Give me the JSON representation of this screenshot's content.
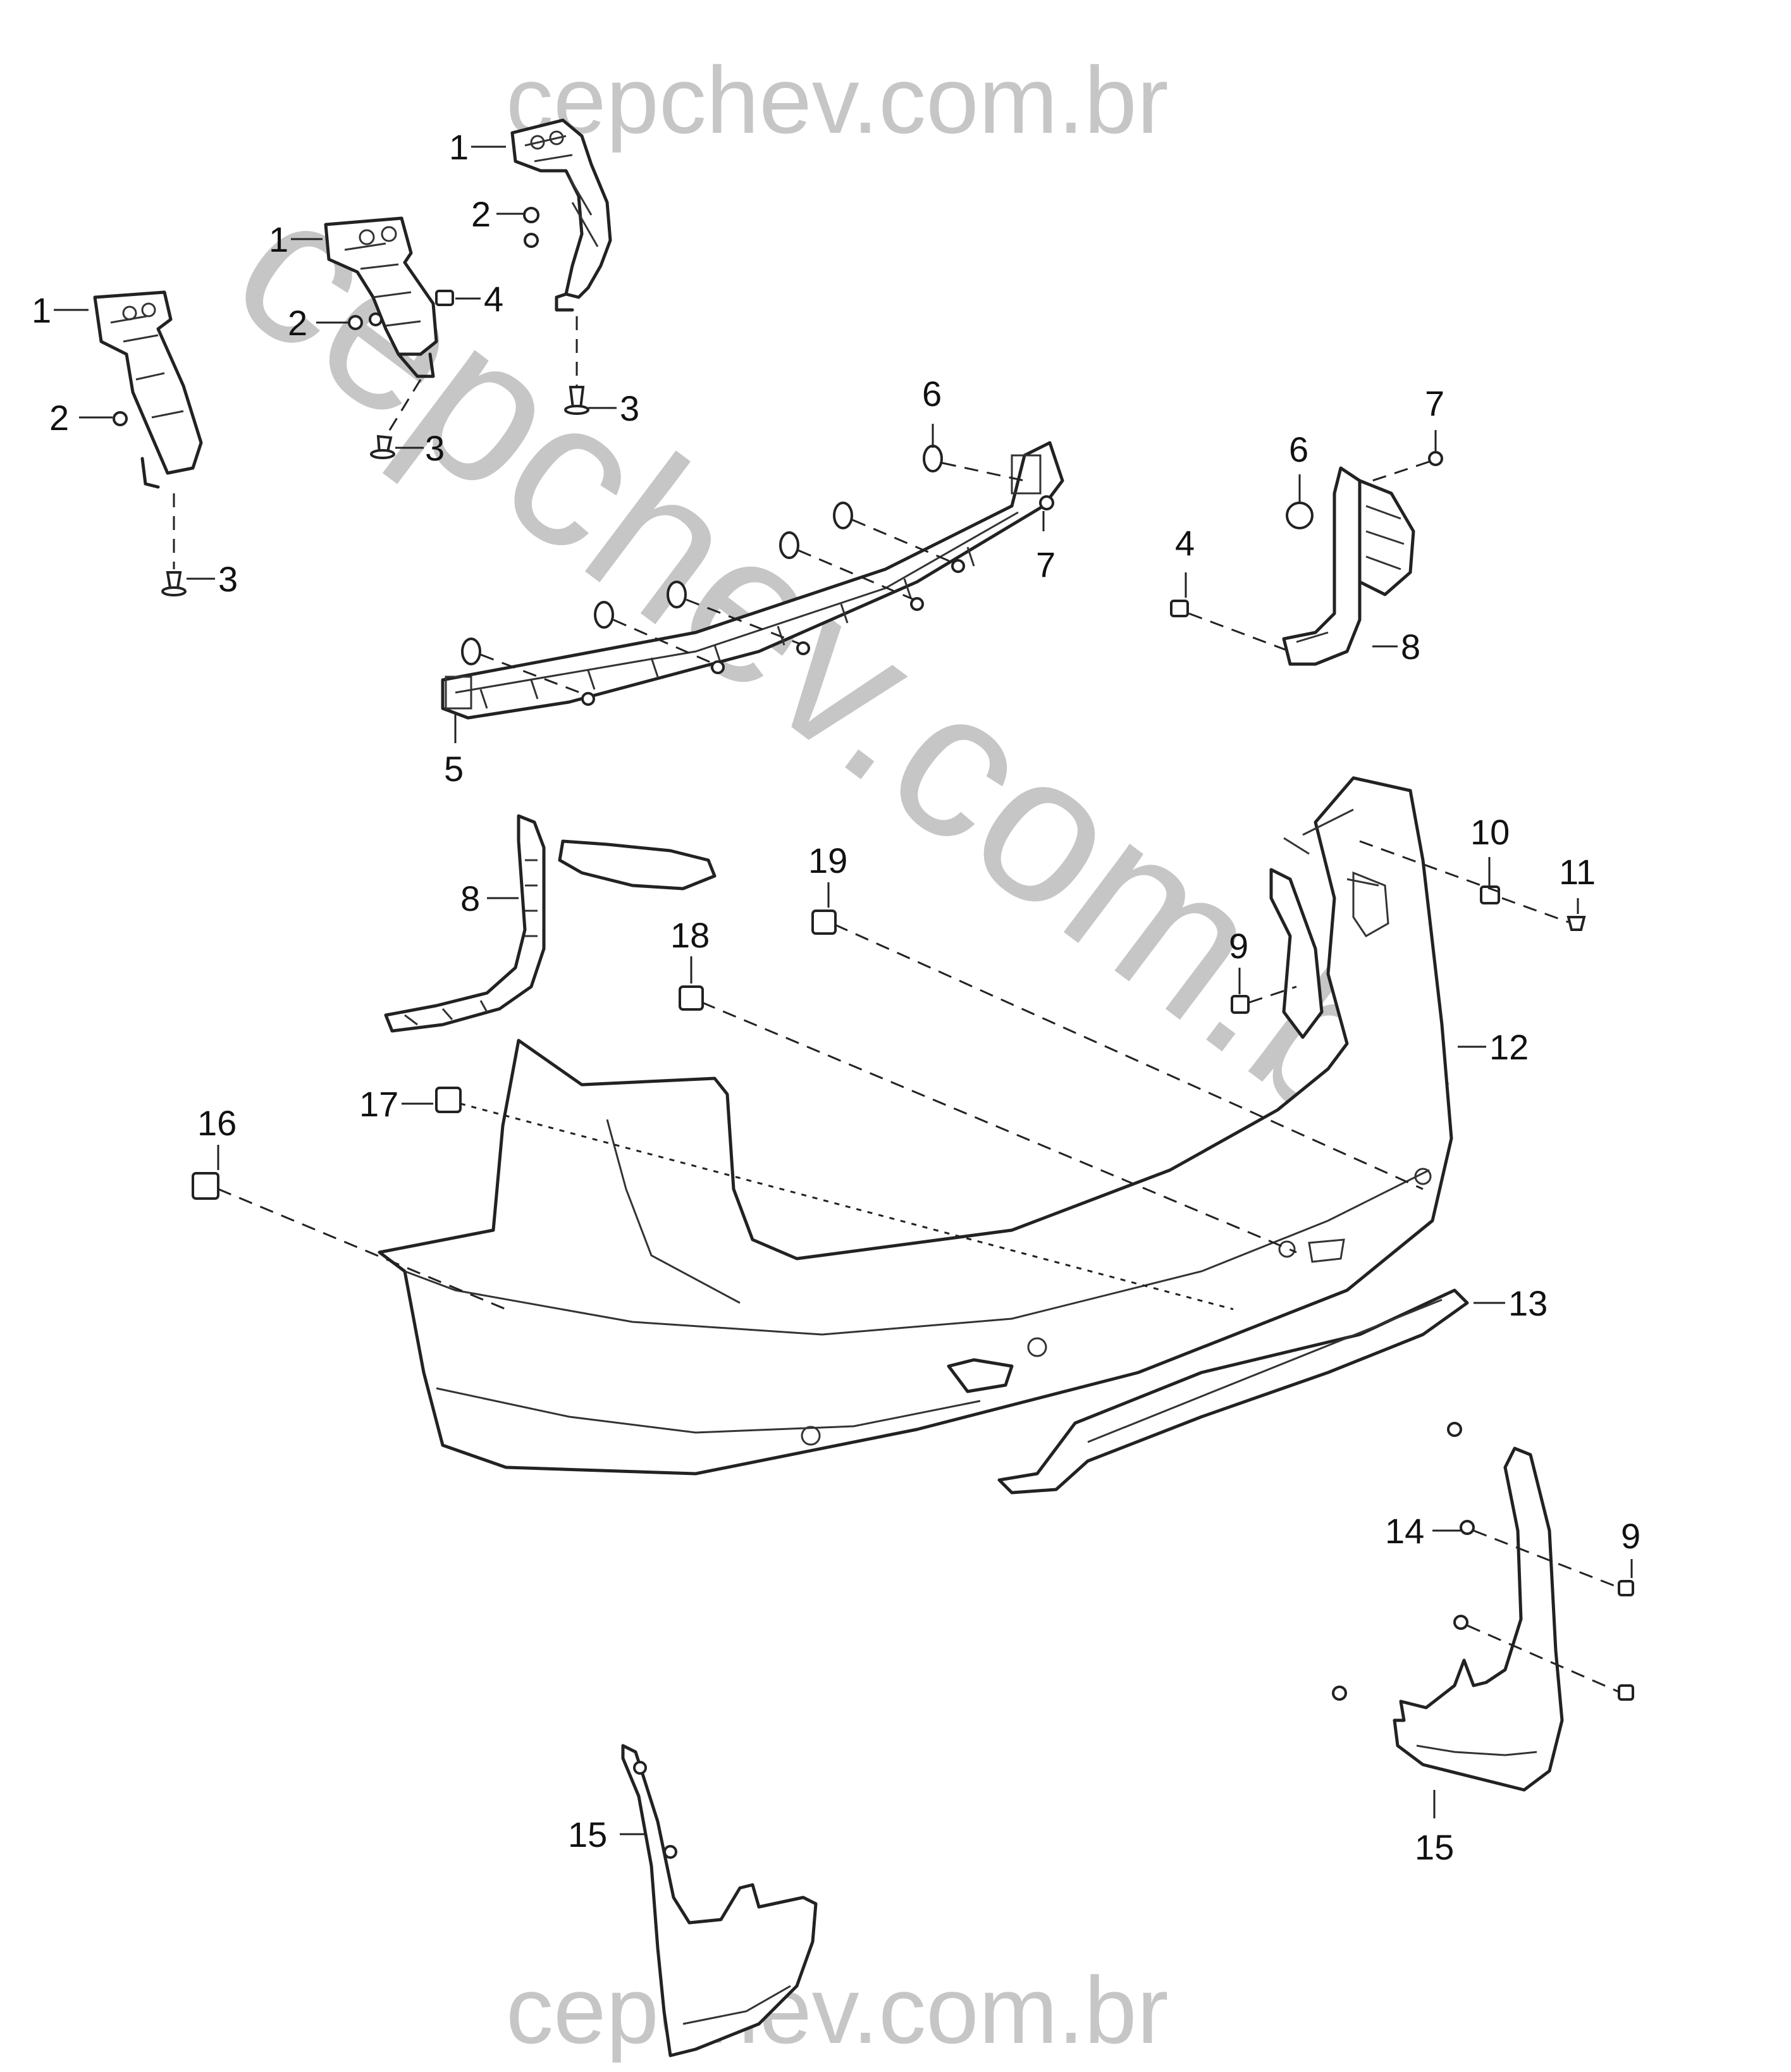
{
  "watermark": {
    "text": "cepchev.com.br",
    "color": "#bdbdbd"
  },
  "callouts": [
    {
      "id": "c1a",
      "label": "1"
    },
    {
      "id": "c1b",
      "label": "1"
    },
    {
      "id": "c1c",
      "label": "1"
    },
    {
      "id": "c2a",
      "label": "2"
    },
    {
      "id": "c2b",
      "label": "2"
    },
    {
      "id": "c2c",
      "label": "2"
    },
    {
      "id": "c3a",
      "label": "3"
    },
    {
      "id": "c3b",
      "label": "3"
    },
    {
      "id": "c3c",
      "label": "3"
    },
    {
      "id": "c4a",
      "label": "4"
    },
    {
      "id": "c4b",
      "label": "4"
    },
    {
      "id": "c5",
      "label": "5"
    },
    {
      "id": "c6a",
      "label": "6"
    },
    {
      "id": "c6b",
      "label": "6"
    },
    {
      "id": "c7a",
      "label": "7"
    },
    {
      "id": "c7b",
      "label": "7"
    },
    {
      "id": "c8a",
      "label": "8"
    },
    {
      "id": "c8b",
      "label": "8"
    },
    {
      "id": "c9a",
      "label": "9"
    },
    {
      "id": "c9b",
      "label": "9"
    },
    {
      "id": "c10",
      "label": "10"
    },
    {
      "id": "c11",
      "label": "11"
    },
    {
      "id": "c12",
      "label": "12"
    },
    {
      "id": "c13",
      "label": "13"
    },
    {
      "id": "c14",
      "label": "14"
    },
    {
      "id": "c15a",
      "label": "15"
    },
    {
      "id": "c15b",
      "label": "15"
    },
    {
      "id": "c16",
      "label": "16"
    },
    {
      "id": "c17",
      "label": "17"
    },
    {
      "id": "c18",
      "label": "18"
    },
    {
      "id": "c19",
      "label": "19"
    }
  ]
}
